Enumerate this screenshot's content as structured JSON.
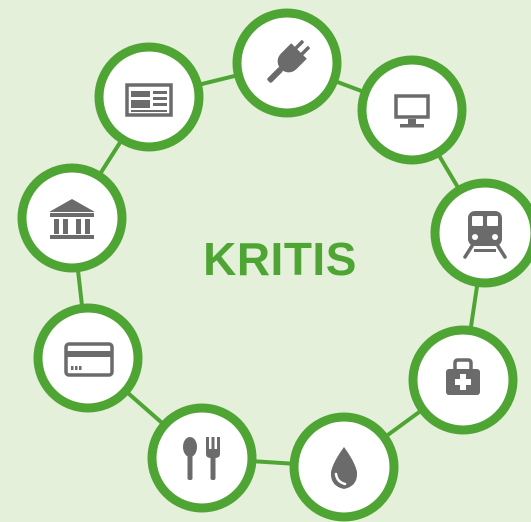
{
  "title": "KRITIS",
  "colors": {
    "background": "#e4f0da",
    "accent": "#4ea534",
    "icon": "#6b6b6b",
    "node_fill": "#ffffff"
  },
  "sectors": [
    {
      "id": "energy",
      "icon": "plug-icon"
    },
    {
      "id": "it-telecom",
      "icon": "monitor-icon"
    },
    {
      "id": "transport",
      "icon": "train-icon"
    },
    {
      "id": "health",
      "icon": "first-aid-kit-icon"
    },
    {
      "id": "water",
      "icon": "water-drop-icon"
    },
    {
      "id": "food",
      "icon": "fork-spoon-icon"
    },
    {
      "id": "finance",
      "icon": "credit-card-icon"
    },
    {
      "id": "government",
      "icon": "government-building-icon"
    },
    {
      "id": "media",
      "icon": "newspaper-icon"
    }
  ]
}
